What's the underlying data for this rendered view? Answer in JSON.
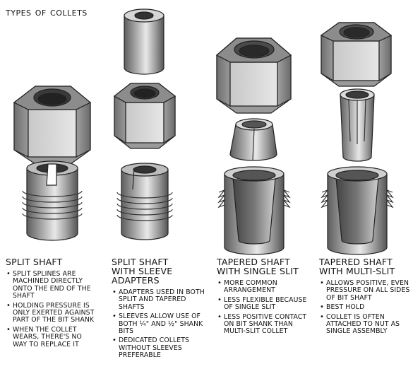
{
  "title": "Types of Collets",
  "columns": [
    {
      "heading": [
        "SPLIT SHAFT"
      ],
      "bullets": [
        "Split splines are machined directly onto the end of the shaft",
        "Holding pressure is only exerted against part of the bit shank",
        "When the collet wears, there's no way to replace it"
      ]
    },
    {
      "heading": [
        "SPLIT SHAFT",
        "WITH SLEEVE",
        "ADAPTERS"
      ],
      "bullets": [
        "Adapters used in both split and tapered shafts",
        "Sleeves allow use of both ¼\" and ½\" shank bits",
        "Dedicated collets without sleeves preferable"
      ]
    },
    {
      "heading": [
        "TAPERED SHAFT",
        "WITH SINGLE SLIT"
      ],
      "bullets": [
        "More common arrangement",
        "Less flexible because of single slit",
        "Less positive contact on bit shank than multi-slit collet"
      ]
    },
    {
      "heading": [
        "TAPERED SHAFT",
        "WITH MULTI-SLIT"
      ],
      "bullets": [
        "Allows positive, even pressure on all sides of bit shaft",
        "Best hold",
        "Collet is often attached to nut as single assembly"
      ]
    }
  ]
}
